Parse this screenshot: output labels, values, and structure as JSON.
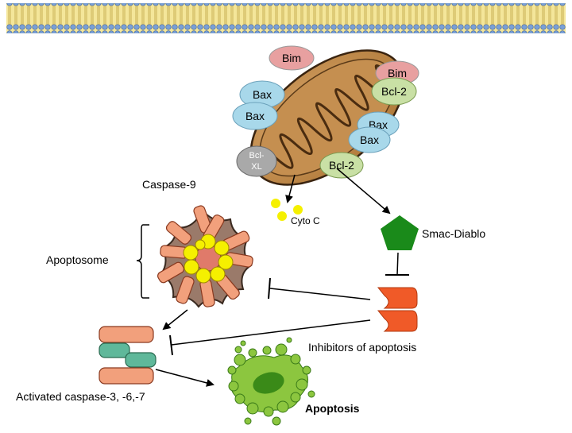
{
  "proteins": {
    "bim_1": "Bim",
    "bim_2": "Bim",
    "bax_1": "Bax",
    "bax_2": "Bax",
    "bax_3": "Bax",
    "bax_4": "Bax",
    "bcl2_1": "Bcl-2",
    "bcl2_2": "Bcl-2",
    "bclxl_line1": "Bcl-",
    "bclxl_line2": "XL"
  },
  "labels": {
    "cyto_c": "Cyto C",
    "smac_diablo": "Smac-Diablo",
    "caspase9": "Caspase-9",
    "apoptosome": "Apoptosome",
    "inhibitors": "Inhibitors of apoptosis",
    "activated_caspases": "Activated caspase-3, -6,-7",
    "apoptosis": "Apoptosis"
  },
  "colors": {
    "bim": "#e8a0a0",
    "bax": "#a8d8ea",
    "bcl2": "#c9e0a5",
    "bclxl": "#a9a9a9",
    "mitochondrion": "#c08a4a",
    "smac": "#1a8a1a",
    "iap": "#f05a28",
    "caspase": "#f2a07c",
    "caspase_teal": "#5fb89a",
    "cyto_c": "#f5f000",
    "apoptotic_cell": "#8cc63f",
    "membrane": "#f2e08a"
  }
}
